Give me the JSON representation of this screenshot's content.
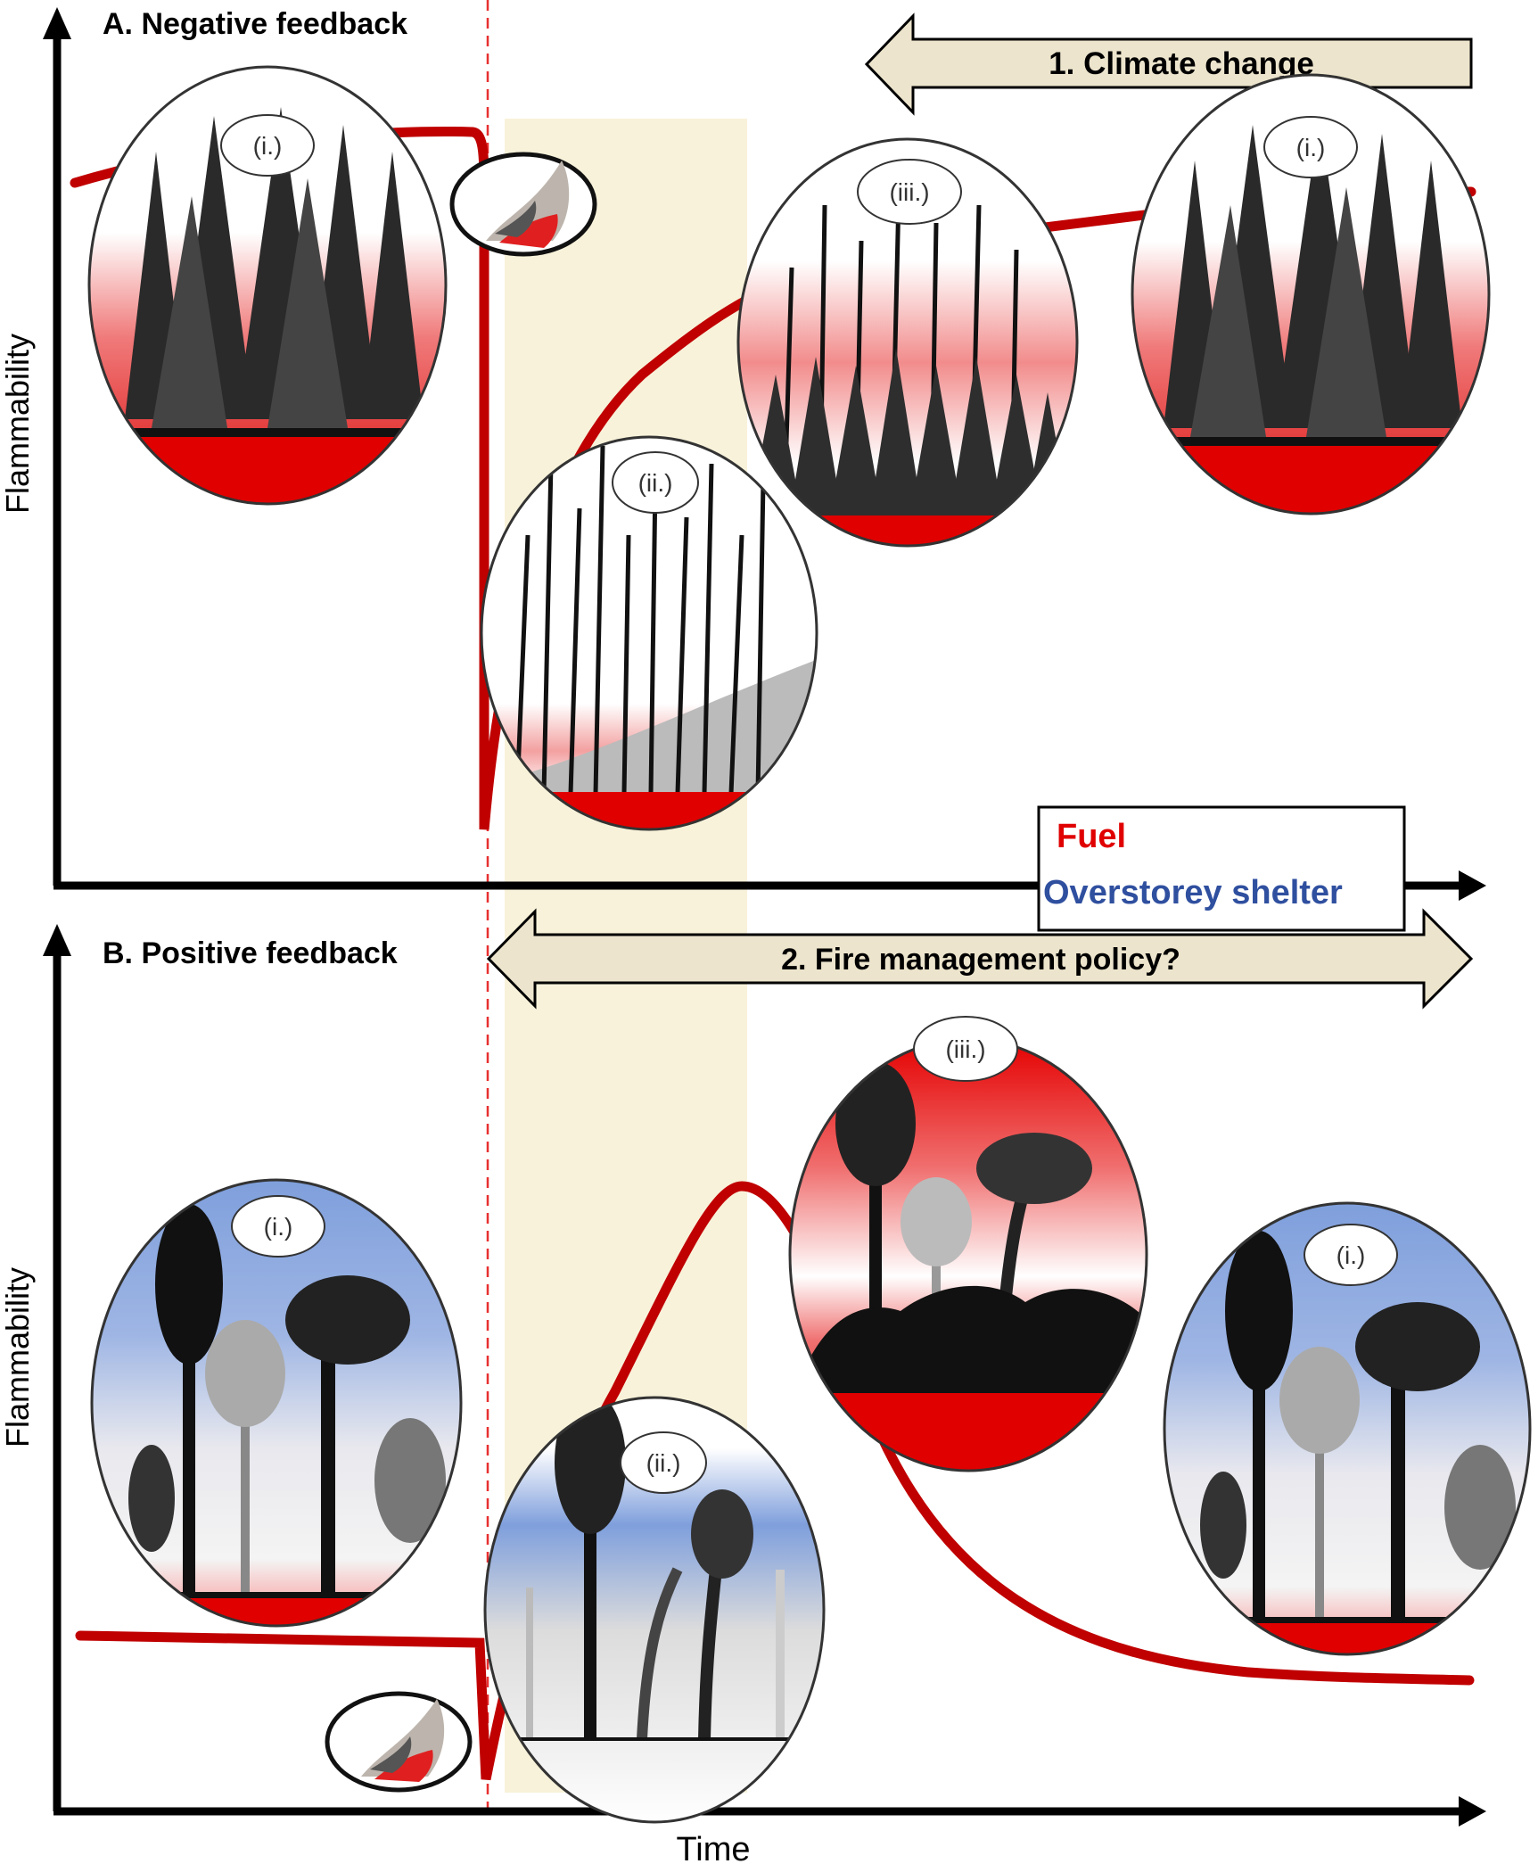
{
  "panel_a": {
    "title": "A. Negative feedback",
    "y_label": "Flammability",
    "stages": [
      "(i.)",
      "(ii.)",
      "(iii.)",
      "(i.)"
    ]
  },
  "panel_b": {
    "title": "B. Positive feedback",
    "y_label": "Flammability",
    "stages": [
      "(i.)",
      "(ii.)",
      "(iii.)",
      "(i.)"
    ]
  },
  "x_label": "Time",
  "arrows": {
    "climate_change": "1. Climate change",
    "fire_management": "2. Fire management policy?"
  },
  "legend": {
    "fuel": "Fuel",
    "overstorey": "Overstorey shelter"
  },
  "colors": {
    "fuel_red": "#c00000",
    "legend_fuel": "#e00000",
    "legend_overstorey": "#2f4f9f",
    "overstorey_blue": "#7f9fdc",
    "arrow_fill": "#ece4cc",
    "band_fill": "#f8f2da",
    "fire_line": "#e83030"
  },
  "icons": {
    "fire": "fire-smoke-icon",
    "conifer": "conifer-tree-icon",
    "eucalypt": "eucalypt-tree-icon"
  }
}
